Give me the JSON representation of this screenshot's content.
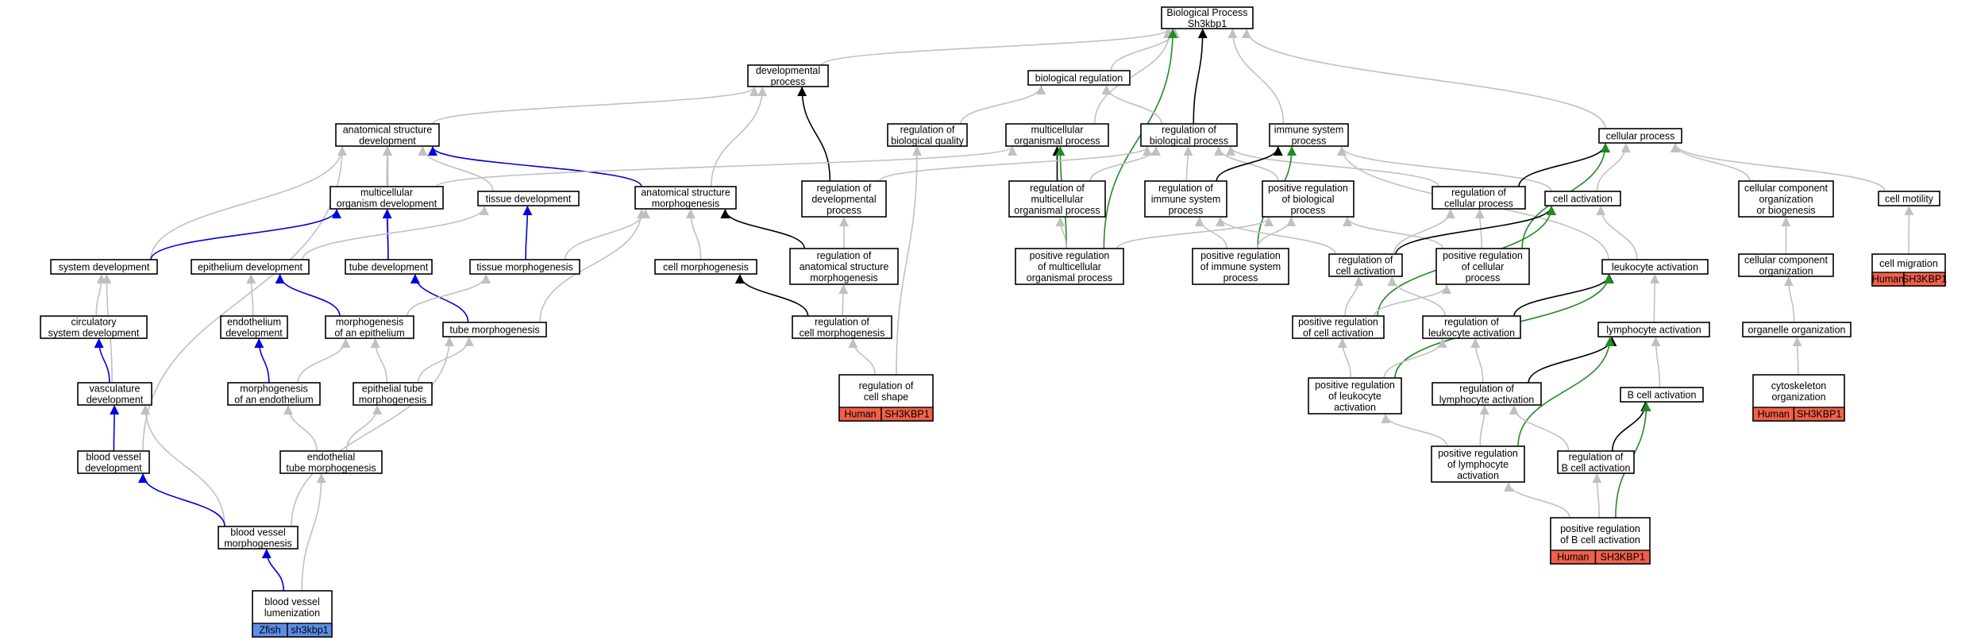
{
  "colors": {
    "gray": "#c0c0c0",
    "black": "#000000",
    "blue": "#0000dd",
    "green": "#228b22",
    "human_tag": "#f0604a",
    "zfish_tag": "#5b8ee8"
  },
  "nodes": [
    {
      "id": "bp",
      "lines": [
        "Biological Process",
        "Sh3kbp1"
      ]
    },
    {
      "id": "devproc",
      "lines": [
        "developmental",
        "process"
      ]
    },
    {
      "id": "bioreg",
      "lines": [
        "biological regulation"
      ]
    },
    {
      "id": "asdev",
      "lines": [
        "anatomical structure",
        "development"
      ]
    },
    {
      "id": "regbq",
      "lines": [
        "regulation of",
        "biological quality"
      ]
    },
    {
      "id": "mop",
      "lines": [
        "multicellular",
        "organismal process"
      ]
    },
    {
      "id": "regbp",
      "lines": [
        "regulation of",
        "biological process"
      ]
    },
    {
      "id": "isp",
      "lines": [
        "immune system",
        "process"
      ]
    },
    {
      "id": "cellproc",
      "lines": [
        "cellular process"
      ]
    },
    {
      "id": "mod",
      "lines": [
        "multicellular",
        "organism development"
      ]
    },
    {
      "id": "tissdev",
      "lines": [
        "tissue development"
      ]
    },
    {
      "id": "asmorph",
      "lines": [
        "anatomical structure",
        "morphogenesis"
      ]
    },
    {
      "id": "regdev",
      "lines": [
        "regulation of",
        "developmental",
        "process"
      ]
    },
    {
      "id": "regmop",
      "lines": [
        "regulation of",
        "multicellular",
        "organismal process"
      ]
    },
    {
      "id": "regisp",
      "lines": [
        "regulation of",
        "immune system",
        "process"
      ]
    },
    {
      "id": "posregbp",
      "lines": [
        "positive regulation",
        "of biological",
        "process"
      ]
    },
    {
      "id": "regcp",
      "lines": [
        "regulation of",
        "cellular process"
      ]
    },
    {
      "id": "cellact",
      "lines": [
        "cell activation"
      ]
    },
    {
      "id": "ccob",
      "lines": [
        "cellular component",
        "organization",
        "or biogenesis"
      ]
    },
    {
      "id": "cellmot",
      "lines": [
        "cell motility"
      ]
    },
    {
      "id": "sysdev",
      "lines": [
        "system development"
      ]
    },
    {
      "id": "epidev",
      "lines": [
        "epithelium development"
      ]
    },
    {
      "id": "tubedev",
      "lines": [
        "tube development"
      ]
    },
    {
      "id": "tissmorph",
      "lines": [
        "tissue morphogenesis"
      ]
    },
    {
      "id": "cellmorph",
      "lines": [
        "cell morphogenesis"
      ]
    },
    {
      "id": "regasm",
      "lines": [
        "regulation of",
        "anatomical structure",
        "morphogenesis"
      ]
    },
    {
      "id": "posregmop",
      "lines": [
        "positive regulation",
        "of multicellular",
        "organismal process"
      ]
    },
    {
      "id": "posregisp",
      "lines": [
        "positive regulation",
        "of immune system",
        "process"
      ]
    },
    {
      "id": "regca",
      "lines": [
        "regulation of",
        "cell activation"
      ]
    },
    {
      "id": "posregcp",
      "lines": [
        "positive regulation",
        "of cellular",
        "process"
      ]
    },
    {
      "id": "leukact",
      "lines": [
        "leukocyte activation"
      ]
    },
    {
      "id": "cco",
      "lines": [
        "cellular component",
        "organization"
      ]
    },
    {
      "id": "cellmig",
      "lines": [
        "cell migration"
      ],
      "tag": {
        "species": "Human",
        "gene": "SH3KBP1",
        "color": "human"
      }
    },
    {
      "id": "circdev",
      "lines": [
        "circulatory",
        "system development"
      ]
    },
    {
      "id": "endodev",
      "lines": [
        "endothelium",
        "development"
      ]
    },
    {
      "id": "morphepi",
      "lines": [
        "morphogenesis",
        "of an epithelium"
      ]
    },
    {
      "id": "tubemorph",
      "lines": [
        "tube morphogenesis"
      ]
    },
    {
      "id": "regcm",
      "lines": [
        "regulation of",
        "cell morphogenesis"
      ]
    },
    {
      "id": "posregca",
      "lines": [
        "positive regulation",
        "of cell activation"
      ]
    },
    {
      "id": "regla",
      "lines": [
        "regulation of",
        "leukocyte activation"
      ]
    },
    {
      "id": "lymphact",
      "lines": [
        "lymphocyte activation"
      ]
    },
    {
      "id": "orgorg",
      "lines": [
        "organelle organization"
      ]
    },
    {
      "id": "vascdev",
      "lines": [
        "vasculature",
        "development"
      ]
    },
    {
      "id": "morphendo",
      "lines": [
        "morphogenesis",
        "of an endothelium"
      ]
    },
    {
      "id": "epitubemorph",
      "lines": [
        "epithelial tube",
        "morphogenesis"
      ]
    },
    {
      "id": "regcs",
      "lines": [
        "regulation of",
        "cell shape"
      ],
      "tag": {
        "species": "Human",
        "gene": "SH3KBP1",
        "color": "human"
      }
    },
    {
      "id": "posregla",
      "lines": [
        "positive regulation",
        "of leukocyte",
        "activation"
      ]
    },
    {
      "id": "reglya",
      "lines": [
        "regulation of",
        "lymphocyte activation"
      ]
    },
    {
      "id": "bca",
      "lines": [
        "B cell activation"
      ]
    },
    {
      "id": "cytorg",
      "lines": [
        "cytoskeleton",
        "organization"
      ],
      "tag": {
        "species": "Human",
        "gene": "SH3KBP1",
        "color": "human"
      }
    },
    {
      "id": "bvdev",
      "lines": [
        "blood vessel",
        "development"
      ]
    },
    {
      "id": "endotubemorph",
      "lines": [
        "endothelial",
        "tube morphogenesis"
      ]
    },
    {
      "id": "posreglya",
      "lines": [
        "positive regulation",
        "of lymphocyte",
        "activation"
      ]
    },
    {
      "id": "regbca",
      "lines": [
        "regulation of",
        "B cell activation"
      ]
    },
    {
      "id": "posregbca",
      "lines": [
        "positive regulation",
        "of B cell activation"
      ],
      "tag": {
        "species": "Human",
        "gene": "SH3KBP1",
        "color": "human"
      }
    },
    {
      "id": "bvmorph",
      "lines": [
        "blood vessel",
        "morphogenesis"
      ]
    },
    {
      "id": "bvlumen",
      "lines": [
        "blood vessel",
        "lumenization"
      ],
      "tag": {
        "species": "Zfish",
        "gene": "sh3kbp1",
        "color": "zfish"
      }
    }
  ],
  "edges": [
    {
      "from": "devproc",
      "to": "bp",
      "type": "gray"
    },
    {
      "from": "bioreg",
      "to": "bp",
      "type": "gray"
    },
    {
      "from": "mop",
      "to": "bp",
      "type": "gray"
    },
    {
      "from": "regbp",
      "to": "bp",
      "type": "black"
    },
    {
      "from": "isp",
      "to": "bp",
      "type": "gray"
    },
    {
      "from": "cellproc",
      "to": "bp",
      "type": "gray"
    },
    {
      "from": "posregmop",
      "to": "bp",
      "type": "green"
    },
    {
      "from": "asdev",
      "to": "devproc",
      "type": "gray"
    },
    {
      "from": "asmorph",
      "to": "devproc",
      "type": "gray"
    },
    {
      "from": "regdev",
      "to": "devproc",
      "type": "black"
    },
    {
      "from": "regbq",
      "to": "bioreg",
      "type": "gray"
    },
    {
      "from": "regbp",
      "to": "bioreg",
      "type": "gray"
    },
    {
      "from": "regcs",
      "to": "regbq",
      "type": "gray"
    },
    {
      "from": "mod",
      "to": "asdev",
      "type": "gray"
    },
    {
      "from": "tissdev",
      "to": "asdev",
      "type": "gray"
    },
    {
      "from": "asmorph",
      "to": "asdev",
      "type": "blue"
    },
    {
      "from": "sysdev",
      "to": "asdev",
      "type": "gray"
    },
    {
      "from": "tubedev",
      "to": "asdev",
      "type": "gray"
    },
    {
      "from": "bvdev",
      "to": "asdev",
      "type": "gray"
    },
    {
      "from": "mod",
      "to": "mop",
      "type": "gray"
    },
    {
      "from": "regmop",
      "to": "mop",
      "type": "black"
    },
    {
      "from": "posregmop",
      "to": "mop",
      "type": "green"
    },
    {
      "from": "regdev",
      "to": "regbp",
      "type": "gray"
    },
    {
      "from": "regmop",
      "to": "regbp",
      "type": "gray"
    },
    {
      "from": "regisp",
      "to": "regbp",
      "type": "gray"
    },
    {
      "from": "posregbp",
      "to": "regbp",
      "type": "gray"
    },
    {
      "from": "regcp",
      "to": "regbp",
      "type": "gray"
    },
    {
      "from": "regisp",
      "to": "isp",
      "type": "black"
    },
    {
      "from": "cellact",
      "to": "isp",
      "type": "gray"
    },
    {
      "from": "posregisp",
      "to": "isp",
      "type": "green"
    },
    {
      "from": "leukact",
      "to": "isp",
      "type": "gray"
    },
    {
      "from": "regcp",
      "to": "cellproc",
      "type": "black"
    },
    {
      "from": "cellact",
      "to": "cellproc",
      "type": "gray"
    },
    {
      "from": "ccob",
      "to": "cellproc",
      "type": "gray"
    },
    {
      "from": "cellmot",
      "to": "cellproc",
      "type": "gray"
    },
    {
      "from": "posregcp",
      "to": "cellproc",
      "type": "green"
    },
    {
      "from": "sysdev",
      "to": "mod",
      "type": "blue"
    },
    {
      "from": "tubedev",
      "to": "mod",
      "type": "blue"
    },
    {
      "from": "epidev",
      "to": "tissdev",
      "type": "gray"
    },
    {
      "from": "tissmorph",
      "to": "tissdev",
      "type": "blue"
    },
    {
      "from": "tissmorph",
      "to": "asmorph",
      "type": "gray"
    },
    {
      "from": "cellmorph",
      "to": "asmorph",
      "type": "gray"
    },
    {
      "from": "regasm",
      "to": "asmorph",
      "type": "black"
    },
    {
      "from": "tubemorph",
      "to": "asmorph",
      "type": "gray"
    },
    {
      "from": "regasm",
      "to": "regdev",
      "type": "gray"
    },
    {
      "from": "posregmop",
      "to": "regmop",
      "type": "gray"
    },
    {
      "from": "posregisp",
      "to": "regisp",
      "type": "gray"
    },
    {
      "from": "regca",
      "to": "regisp",
      "type": "gray"
    },
    {
      "from": "posregmop",
      "to": "posregbp",
      "type": "gray"
    },
    {
      "from": "posregisp",
      "to": "posregbp",
      "type": "gray"
    },
    {
      "from": "posregcp",
      "to": "posregbp",
      "type": "gray"
    },
    {
      "from": "regca",
      "to": "regcp",
      "type": "gray"
    },
    {
      "from": "posregcp",
      "to": "regcp",
      "type": "gray"
    },
    {
      "from": "regca",
      "to": "cellact",
      "type": "black"
    },
    {
      "from": "leukact",
      "to": "cellact",
      "type": "gray"
    },
    {
      "from": "posregca",
      "to": "cellact",
      "type": "green"
    },
    {
      "from": "cco",
      "to": "ccob",
      "type": "gray"
    },
    {
      "from": "cellmig",
      "to": "cellmot",
      "type": "gray"
    },
    {
      "from": "circdev",
      "to": "sysdev",
      "type": "gray"
    },
    {
      "from": "vascdev",
      "to": "sysdev",
      "type": "gray"
    },
    {
      "from": "endodev",
      "to": "epidev",
      "type": "gray"
    },
    {
      "from": "morphepi",
      "to": "epidev",
      "type": "blue"
    },
    {
      "from": "tubemorph",
      "to": "tubedev",
      "type": "blue"
    },
    {
      "from": "morphepi",
      "to": "tissmorph",
      "type": "gray"
    },
    {
      "from": "regcm",
      "to": "cellmorph",
      "type": "black"
    },
    {
      "from": "regcm",
      "to": "regasm",
      "type": "gray"
    },
    {
      "from": "regla",
      "to": "regca",
      "type": "gray"
    },
    {
      "from": "posregca",
      "to": "regca",
      "type": "gray"
    },
    {
      "from": "posregca",
      "to": "posregcp",
      "type": "gray"
    },
    {
      "from": "regla",
      "to": "leukact",
      "type": "black"
    },
    {
      "from": "lymphact",
      "to": "leukact",
      "type": "gray"
    },
    {
      "from": "posregla",
      "to": "leukact",
      "type": "green"
    },
    {
      "from": "orgorg",
      "to": "cco",
      "type": "gray"
    },
    {
      "from": "vascdev",
      "to": "circdev",
      "type": "blue"
    },
    {
      "from": "morphendo",
      "to": "endodev",
      "type": "blue"
    },
    {
      "from": "morphendo",
      "to": "morphepi",
      "type": "gray"
    },
    {
      "from": "epitubemorph",
      "to": "morphepi",
      "type": "gray"
    },
    {
      "from": "epitubemorph",
      "to": "tubemorph",
      "type": "gray"
    },
    {
      "from": "bvmorph",
      "to": "tubemorph",
      "type": "gray"
    },
    {
      "from": "regcs",
      "to": "regcm",
      "type": "gray"
    },
    {
      "from": "posregla",
      "to": "posregca",
      "type": "gray"
    },
    {
      "from": "posregla",
      "to": "regla",
      "type": "gray"
    },
    {
      "from": "reglya",
      "to": "regla",
      "type": "gray"
    },
    {
      "from": "reglya",
      "to": "lymphact",
      "type": "black"
    },
    {
      "from": "bca",
      "to": "lymphact",
      "type": "gray"
    },
    {
      "from": "posreglya",
      "to": "lymphact",
      "type": "green"
    },
    {
      "from": "cytorg",
      "to": "orgorg",
      "type": "gray"
    },
    {
      "from": "bvdev",
      "to": "vascdev",
      "type": "blue"
    },
    {
      "from": "bvmorph",
      "to": "vascdev",
      "type": "gray"
    },
    {
      "from": "endotubemorph",
      "to": "morphendo",
      "type": "gray"
    },
    {
      "from": "endotubemorph",
      "to": "epitubemorph",
      "type": "gray"
    },
    {
      "from": "posreglya",
      "to": "posregla",
      "type": "gray"
    },
    {
      "from": "posreglya",
      "to": "reglya",
      "type": "gray"
    },
    {
      "from": "regbca",
      "to": "reglya",
      "type": "gray"
    },
    {
      "from": "regbca",
      "to": "bca",
      "type": "black"
    },
    {
      "from": "posregbca",
      "to": "bca",
      "type": "green"
    },
    {
      "from": "bvmorph",
      "to": "bvdev",
      "type": "blue"
    },
    {
      "from": "bvlumen",
      "to": "endotubemorph",
      "type": "gray"
    },
    {
      "from": "posregbca",
      "to": "posreglya",
      "type": "gray"
    },
    {
      "from": "posregbca",
      "to": "regbca",
      "type": "gray"
    },
    {
      "from": "bvlumen",
      "to": "bvmorph",
      "type": "blue"
    }
  ]
}
